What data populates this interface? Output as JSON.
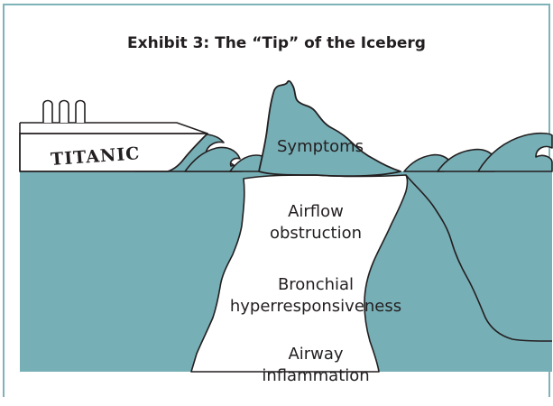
{
  "title": "Exhibit 3: The “Tip” of the Iceberg",
  "ship": {
    "name": "TITANIC"
  },
  "iceberg": {
    "tip_label": "Symptoms",
    "layers": [
      {
        "line1": "Airflow",
        "line2": "obstruction"
      },
      {
        "line1": "Bronchial",
        "line2": "hyperresponsiveness"
      },
      {
        "line1": "Airway",
        "line2": "inflammation"
      }
    ]
  },
  "colors": {
    "water": "#77afb6",
    "border": "#7fb3b8",
    "outline": "#231f20",
    "ice_below": "#ffffff"
  }
}
